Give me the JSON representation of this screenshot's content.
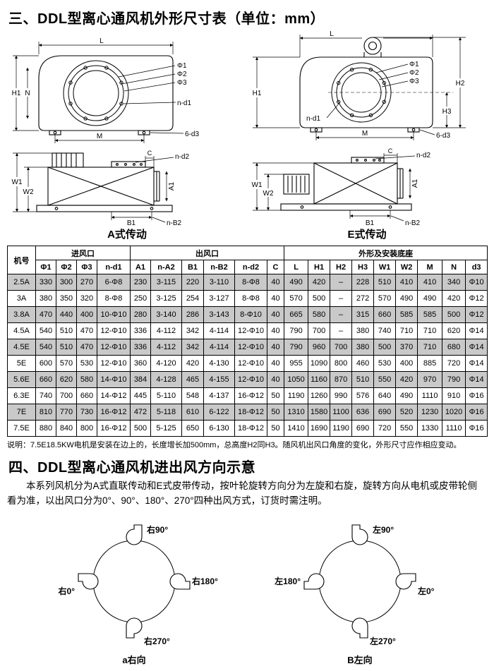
{
  "titles": {
    "section3": "三、DDL型离心通风机外形尺寸表（单位：mm）",
    "section4": "四、DDL型离心通风机进出风方向示意"
  },
  "diagrams": {
    "a_caption": "A式传动",
    "e_caption": "E式传动",
    "dims": {
      "L": "L",
      "H1": "H1",
      "H2": "H2",
      "H3": "H3",
      "N": "N",
      "M": "M",
      "phi1": "Φ1",
      "phi2": "Φ2",
      "phi3": "Φ3",
      "nd1": "n-d1",
      "d3": "6-d3",
      "W1": "W1",
      "W2": "W2",
      "C": "C",
      "nd2": "n-d2",
      "A1": "A1",
      "B1": "B1",
      "nB2": "n-B2"
    }
  },
  "table": {
    "group_headers": [
      {
        "label": "机号",
        "rowspan": 2,
        "colspan": 1
      },
      {
        "label": "进风口",
        "rowspan": 1,
        "colspan": 4
      },
      {
        "label": "出风口",
        "rowspan": 1,
        "colspan": 6
      },
      {
        "label": "外形及安装底座",
        "rowspan": 1,
        "colspan": 9
      }
    ],
    "sub_headers": [
      "Φ1",
      "Φ2",
      "Φ3",
      "n-d1",
      "A1",
      "n-A2",
      "B1",
      "n-B2",
      "n-d2",
      "C",
      "L",
      "H1",
      "H2",
      "H3",
      "W1",
      "W2",
      "M",
      "N",
      "d3"
    ],
    "rows": [
      [
        "2.5A",
        "330",
        "300",
        "270",
        "6-Φ8",
        "230",
        "3-115",
        "220",
        "3-110",
        "8-Φ8",
        "40",
        "490",
        "420",
        "–",
        "228",
        "510",
        "410",
        "410",
        "340",
        "Φ10"
      ],
      [
        "3A",
        "380",
        "350",
        "320",
        "8-Φ8",
        "250",
        "3-125",
        "254",
        "3-127",
        "8-Φ8",
        "40",
        "570",
        "500",
        "–",
        "272",
        "570",
        "490",
        "490",
        "420",
        "Φ12"
      ],
      [
        "3.8A",
        "470",
        "440",
        "400",
        "10-Φ10",
        "280",
        "3-140",
        "286",
        "3-143",
        "8-Φ10",
        "40",
        "665",
        "580",
        "–",
        "315",
        "660",
        "585",
        "585",
        "500",
        "Φ12"
      ],
      [
        "4.5A",
        "540",
        "510",
        "470",
        "12-Φ10",
        "336",
        "4-112",
        "342",
        "4-114",
        "12-Φ10",
        "40",
        "790",
        "700",
        "–",
        "380",
        "740",
        "710",
        "710",
        "620",
        "Φ14"
      ],
      [
        "4.5E",
        "540",
        "510",
        "470",
        "12-Φ10",
        "336",
        "4-112",
        "342",
        "4-114",
        "12-Φ10",
        "40",
        "790",
        "960",
        "700",
        "380",
        "500",
        "370",
        "710",
        "680",
        "Φ14"
      ],
      [
        "5E",
        "600",
        "570",
        "530",
        "12-Φ10",
        "360",
        "4-120",
        "420",
        "4-130",
        "12-Φ10",
        "40",
        "955",
        "1090",
        "800",
        "460",
        "530",
        "400",
        "885",
        "720",
        "Φ14"
      ],
      [
        "5.6E",
        "660",
        "620",
        "580",
        "14-Φ10",
        "384",
        "4-128",
        "465",
        "4-155",
        "12-Φ10",
        "40",
        "1050",
        "1160",
        "870",
        "510",
        "550",
        "420",
        "970",
        "790",
        "Φ14"
      ],
      [
        "6.3E",
        "740",
        "700",
        "660",
        "14-Φ12",
        "445",
        "5-110",
        "548",
        "4-137",
        "16-Φ12",
        "50",
        "1190",
        "1260",
        "990",
        "576",
        "640",
        "490",
        "1110",
        "910",
        "Φ16"
      ],
      [
        "7E",
        "810",
        "770",
        "730",
        "16-Φ12",
        "472",
        "5-118",
        "610",
        "6-122",
        "18-Φ12",
        "50",
        "1310",
        "1580",
        "1100",
        "636",
        "690",
        "520",
        "1230",
        "1020",
        "Φ16"
      ],
      [
        "7.5E",
        "880",
        "840",
        "800",
        "16-Φ12",
        "500",
        "5-125",
        "650",
        "6-130",
        "18-Φ12",
        "50",
        "1410",
        "1690",
        "1190",
        "690",
        "720",
        "550",
        "1330",
        "1110",
        "Φ16"
      ]
    ]
  },
  "note": "说明：7.5E18.5KW电机是安装在边上的，长度增长加500mm，总高度H2同H3。随风机出风口角度的变化，外形尺寸应作相应变动。",
  "section4_paragraph": "本系列风机分为A式直联传动和E式皮带传动，按叶轮旋转方向分为左旋和右旋，旋转方向从电机或皮带轮侧看为准，以出风口分为0°、90°、180°、270°四种出风方式，订货时需注明。",
  "direction": {
    "right_hand": {
      "top": "右90°",
      "right": "右180°",
      "bottom": "右270°",
      "left": "右0°",
      "caption": "a右向"
    },
    "left_hand": {
      "top": "左90°",
      "left": "左180°",
      "right": "左0°",
      "bottom": "左270°",
      "caption": "B左向"
    }
  }
}
